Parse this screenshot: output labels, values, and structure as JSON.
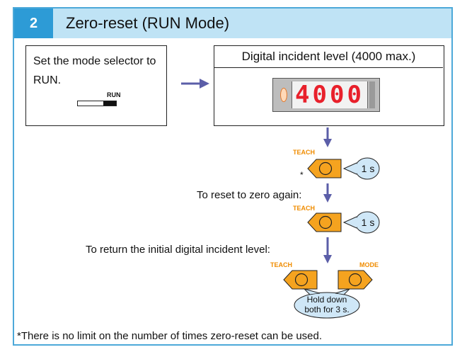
{
  "header": {
    "step_number": "2",
    "title": "Zero-reset (RUN Mode)"
  },
  "step1": {
    "instruction": "Set the mode selector to RUN.",
    "switch_label": "RUN"
  },
  "display_box": {
    "title": "Digital incident level (4000 max.)",
    "display_value": "4000"
  },
  "sequence": {
    "teach_label": "TEACH",
    "mode_label": "MODE",
    "duration_1": "1 s",
    "duration_2": "1 s",
    "asterisk": "*",
    "reset_again_label": "To reset to zero again:",
    "return_initial_label": "To return the initial digital incident level:",
    "hold_both_line1": "Hold down",
    "hold_both_line2": "both for 3 s."
  },
  "footnote": "*There is no limit on the number of times zero-reset can be used.",
  "colors": {
    "accent_blue": "#2d9bd6",
    "header_bg": "#bfe3f5",
    "button_orange": "#f5a31f",
    "arrow_purple": "#5b5ea8",
    "bubble_blue": "#cfe7f7",
    "display_red": "#e8202b"
  }
}
